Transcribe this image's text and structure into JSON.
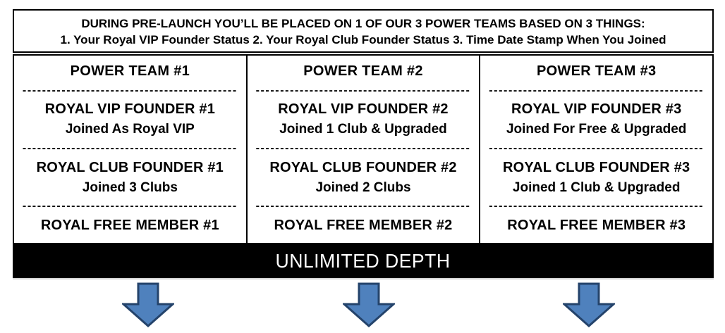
{
  "header": {
    "line1": "DURING PRE-LAUNCH YOU’LL BE PLACED ON 1 OF OUR 3 POWER TEAMS BASED ON 3 THINGS:",
    "line2": "1. Your Royal VIP Founder Status 2. Your Royal Club Founder Status 3. Time Date Stamp When You Joined"
  },
  "separator": "--------------------------------------------",
  "teams": [
    {
      "title": "POWER TEAM #1",
      "vip_title": "ROYAL VIP FOUNDER #1",
      "vip_detail": "Joined As Royal VIP",
      "club_title": "ROYAL CLUB FOUNDER #1",
      "club_detail": "Joined 3 Clubs",
      "free_title": "ROYAL FREE MEMBER #1"
    },
    {
      "title": "POWER TEAM #2",
      "vip_title": "ROYAL VIP FOUNDER #2",
      "vip_detail": "Joined 1 Club & Upgraded",
      "club_title": "ROYAL CLUB FOUNDER #2",
      "club_detail": "Joined 2 Clubs",
      "free_title": "ROYAL FREE MEMBER #2"
    },
    {
      "title": "POWER TEAM #3",
      "vip_title": "ROYAL VIP FOUNDER #3",
      "vip_detail": "Joined For Free & Upgraded",
      "club_title": "ROYAL CLUB FOUNDER #3",
      "club_detail": "Joined 1 Club & Upgraded",
      "free_title": "ROYAL FREE MEMBER #3"
    }
  ],
  "footer": {
    "banner": "UNLIMITED DEPTH"
  },
  "icons": {
    "down_arrow": "down-arrow"
  },
  "colors": {
    "arrow_fill": "#4f81bd",
    "arrow_stroke": "#24436b",
    "banner_bg": "#000000",
    "banner_text": "#ffffff",
    "border": "#000000"
  }
}
